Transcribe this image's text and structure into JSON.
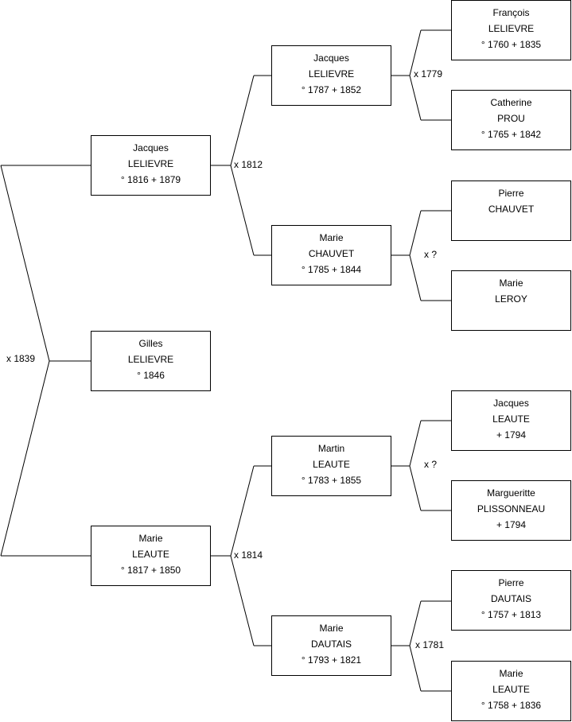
{
  "persons": {
    "gilles": {
      "given": "Gilles",
      "surname": "LELIEVRE",
      "dates": "° 1846"
    },
    "jacques_1816": {
      "given": "Jacques",
      "surname": "LELIEVRE",
      "dates": "° 1816 + 1879"
    },
    "marie_leaute_1817": {
      "given": "Marie",
      "surname": "LEAUTE",
      "dates": "° 1817 + 1850"
    },
    "jacques_1787": {
      "given": "Jacques",
      "surname": "LELIEVRE",
      "dates": "° 1787 + 1852"
    },
    "marie_chauvet_1785": {
      "given": "Marie",
      "surname": "CHAUVET",
      "dates": "° 1785 + 1844"
    },
    "martin_leaute": {
      "given": "Martin",
      "surname": "LEAUTE",
      "dates": "° 1783 + 1855"
    },
    "marie_dautais": {
      "given": "Marie",
      "surname": "DAUTAIS",
      "dates": "° 1793 + 1821"
    },
    "francois": {
      "given": "François",
      "surname": "LELIEVRE",
      "dates": "° 1760 + 1835"
    },
    "catherine": {
      "given": "Catherine",
      "surname": "PROU",
      "dates": "° 1765 + 1842"
    },
    "pierre_chauvet": {
      "given": "Pierre",
      "surname": "CHAUVET",
      "dates": ""
    },
    "marie_leroy": {
      "given": "Marie",
      "surname": "LEROY",
      "dates": ""
    },
    "jacques_leaute": {
      "given": "Jacques",
      "surname": "LEAUTE",
      "dates": "+ 1794"
    },
    "marguerite": {
      "given": "Margueritte",
      "surname": "PLISSONNEAU",
      "dates": "+ 1794"
    },
    "pierre_dautais": {
      "given": "Pierre",
      "surname": "DAUTAIS",
      "dates": "° 1757 + 1813"
    },
    "marie_leaute_1758": {
      "given": "Marie",
      "surname": "LEAUTE",
      "dates": "° 1758 + 1836"
    }
  },
  "marriages": {
    "m1839": "x 1839",
    "m1812": "x 1812",
    "m1814": "x 1814",
    "m1779": "x 1779",
    "chauvet_leroy": "x ?",
    "leaute_plissonneau": "x ?",
    "m1781": "x 1781"
  }
}
